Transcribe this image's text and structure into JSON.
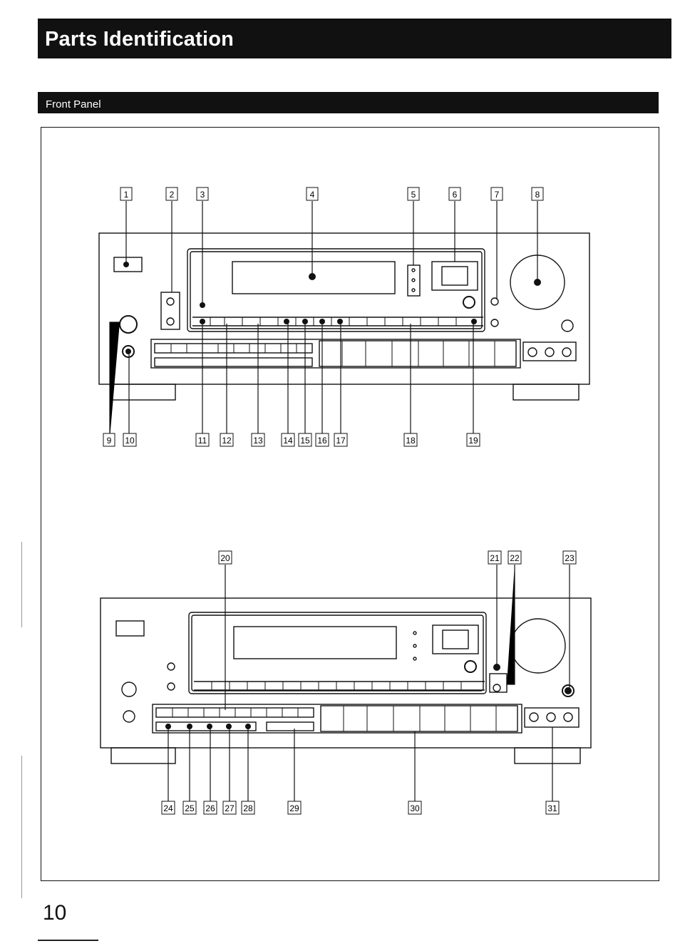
{
  "heading": "Parts Identification",
  "section": "Front Panel",
  "page_number": "10",
  "top_labels": [
    "1",
    "2",
    "3",
    "4",
    "5",
    "6",
    "7",
    "8"
  ],
  "top_bottom_labels": [
    "9",
    "10",
    "11",
    "12",
    "13",
    "14",
    "15",
    "16",
    "17",
    "18",
    "19"
  ],
  "lower_top_labels": [
    "20",
    "21",
    "22",
    "23"
  ],
  "lower_bottom_labels": [
    "24",
    "25",
    "26",
    "27",
    "28",
    "29",
    "30",
    "31"
  ]
}
